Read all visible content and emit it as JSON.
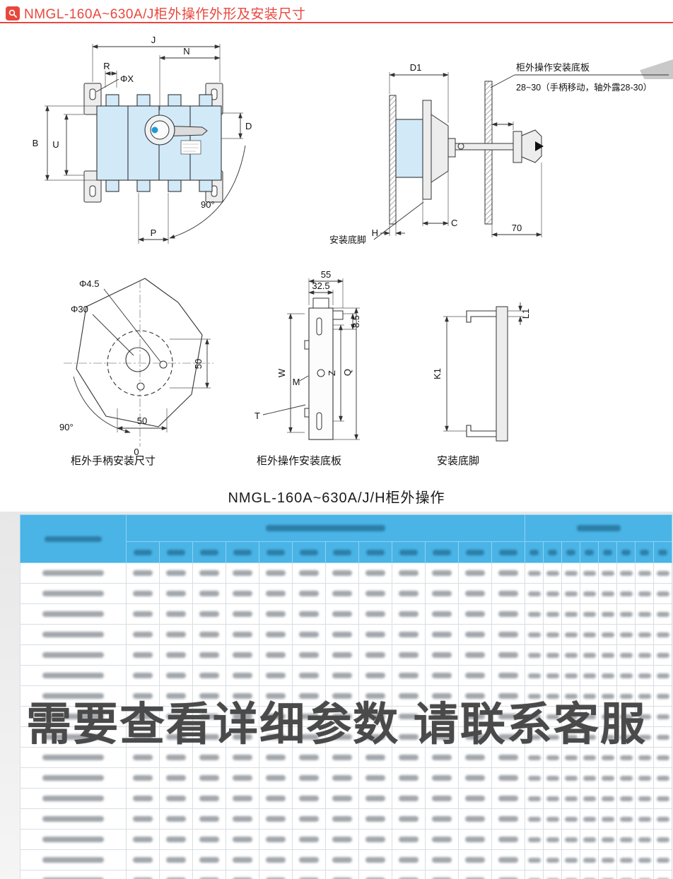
{
  "header": {
    "title": "NMGL-160A~630A/J柜外操作外形及安装尺寸",
    "accent_color": "#e8473e",
    "icon": "magnifier-badge"
  },
  "caption": "NMGL-160A~630A/J/H柜外操作",
  "watermark": "需要查看详细参数 请联系客服",
  "drawings": {
    "front": {
      "j": "J",
      "n": "N",
      "r": "R",
      "phi_x": "ΦX",
      "b": "B",
      "u": "U",
      "d": "D",
      "angle": "90°",
      "p": "P"
    },
    "side": {
      "d1": "D1",
      "plate_callout": "柜外操作安装底板",
      "travel_note": "28~30（手柄移动，轴外露28-30）",
      "h": "H",
      "c": "C",
      "foot_callout": "安装底脚",
      "len70": "70"
    },
    "handle": {
      "phi45": "Φ4.5",
      "phi30": "Φ30",
      "v50": "50",
      "h50": "50",
      "angle": "90°",
      "zero": "0",
      "caption": "柜外手柄安装尺寸"
    },
    "plate": {
      "w55": "55",
      "w325": "32.5",
      "h85": "8.5",
      "w": "W",
      "m": "M",
      "z": "Z",
      "q": "Q",
      "t": "T",
      "caption": "柜外操作安装底板"
    },
    "foot": {
      "l1": "L1",
      "k1": "K1",
      "caption": "安装底脚"
    }
  },
  "table": {
    "rows": 16,
    "columns": {
      "model": 1,
      "dimension": 12,
      "install": 8
    },
    "column_widths": {
      "model": 150,
      "dimension": 47,
      "install": 26
    },
    "header_color": "#4ab4e6",
    "content_blurred": true
  }
}
